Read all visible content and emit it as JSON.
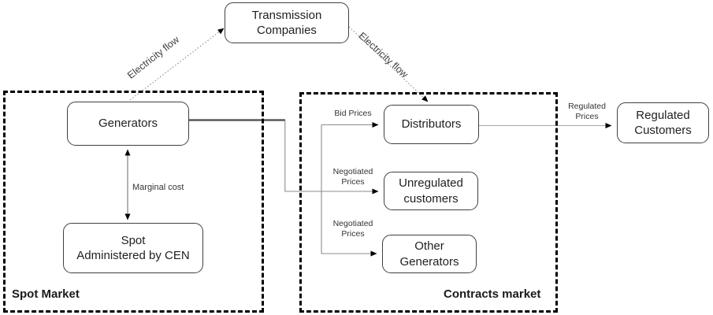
{
  "diagram": {
    "transmission_box": "Transmission\nCompanies",
    "electricity_flow_left": "Electricity flow",
    "electricity_flow_right": "Electricity flow"
  },
  "spot_market": {
    "region_label": "Spot Market",
    "generators_box": "Generators",
    "spot_box": "Spot\nAdministered by CEN",
    "marginal_cost_label": "Marginal cost"
  },
  "contracts_market": {
    "region_label": "Contracts market",
    "distributors_box": "Distributors",
    "unregulated_box": "Unregulated\ncustomers",
    "other_generators_box": "Other\nGenerators",
    "bid_prices_label": "Bid Prices",
    "negotiated_prices_label_top": "Negotiated\nPrices",
    "negotiated_prices_label_bottom": "Negotiated\nPrices"
  },
  "regulated": {
    "customers_box": "Regulated\nCustomers",
    "prices_label": "Regulated\nPrices"
  },
  "colors": {
    "box_border": "#404040",
    "dashed_region_border": "#000000",
    "connector_gray": "#8c8c8c",
    "thick_connector": "#595959",
    "arrowhead": "#000000",
    "text": "#1f1f1f"
  }
}
